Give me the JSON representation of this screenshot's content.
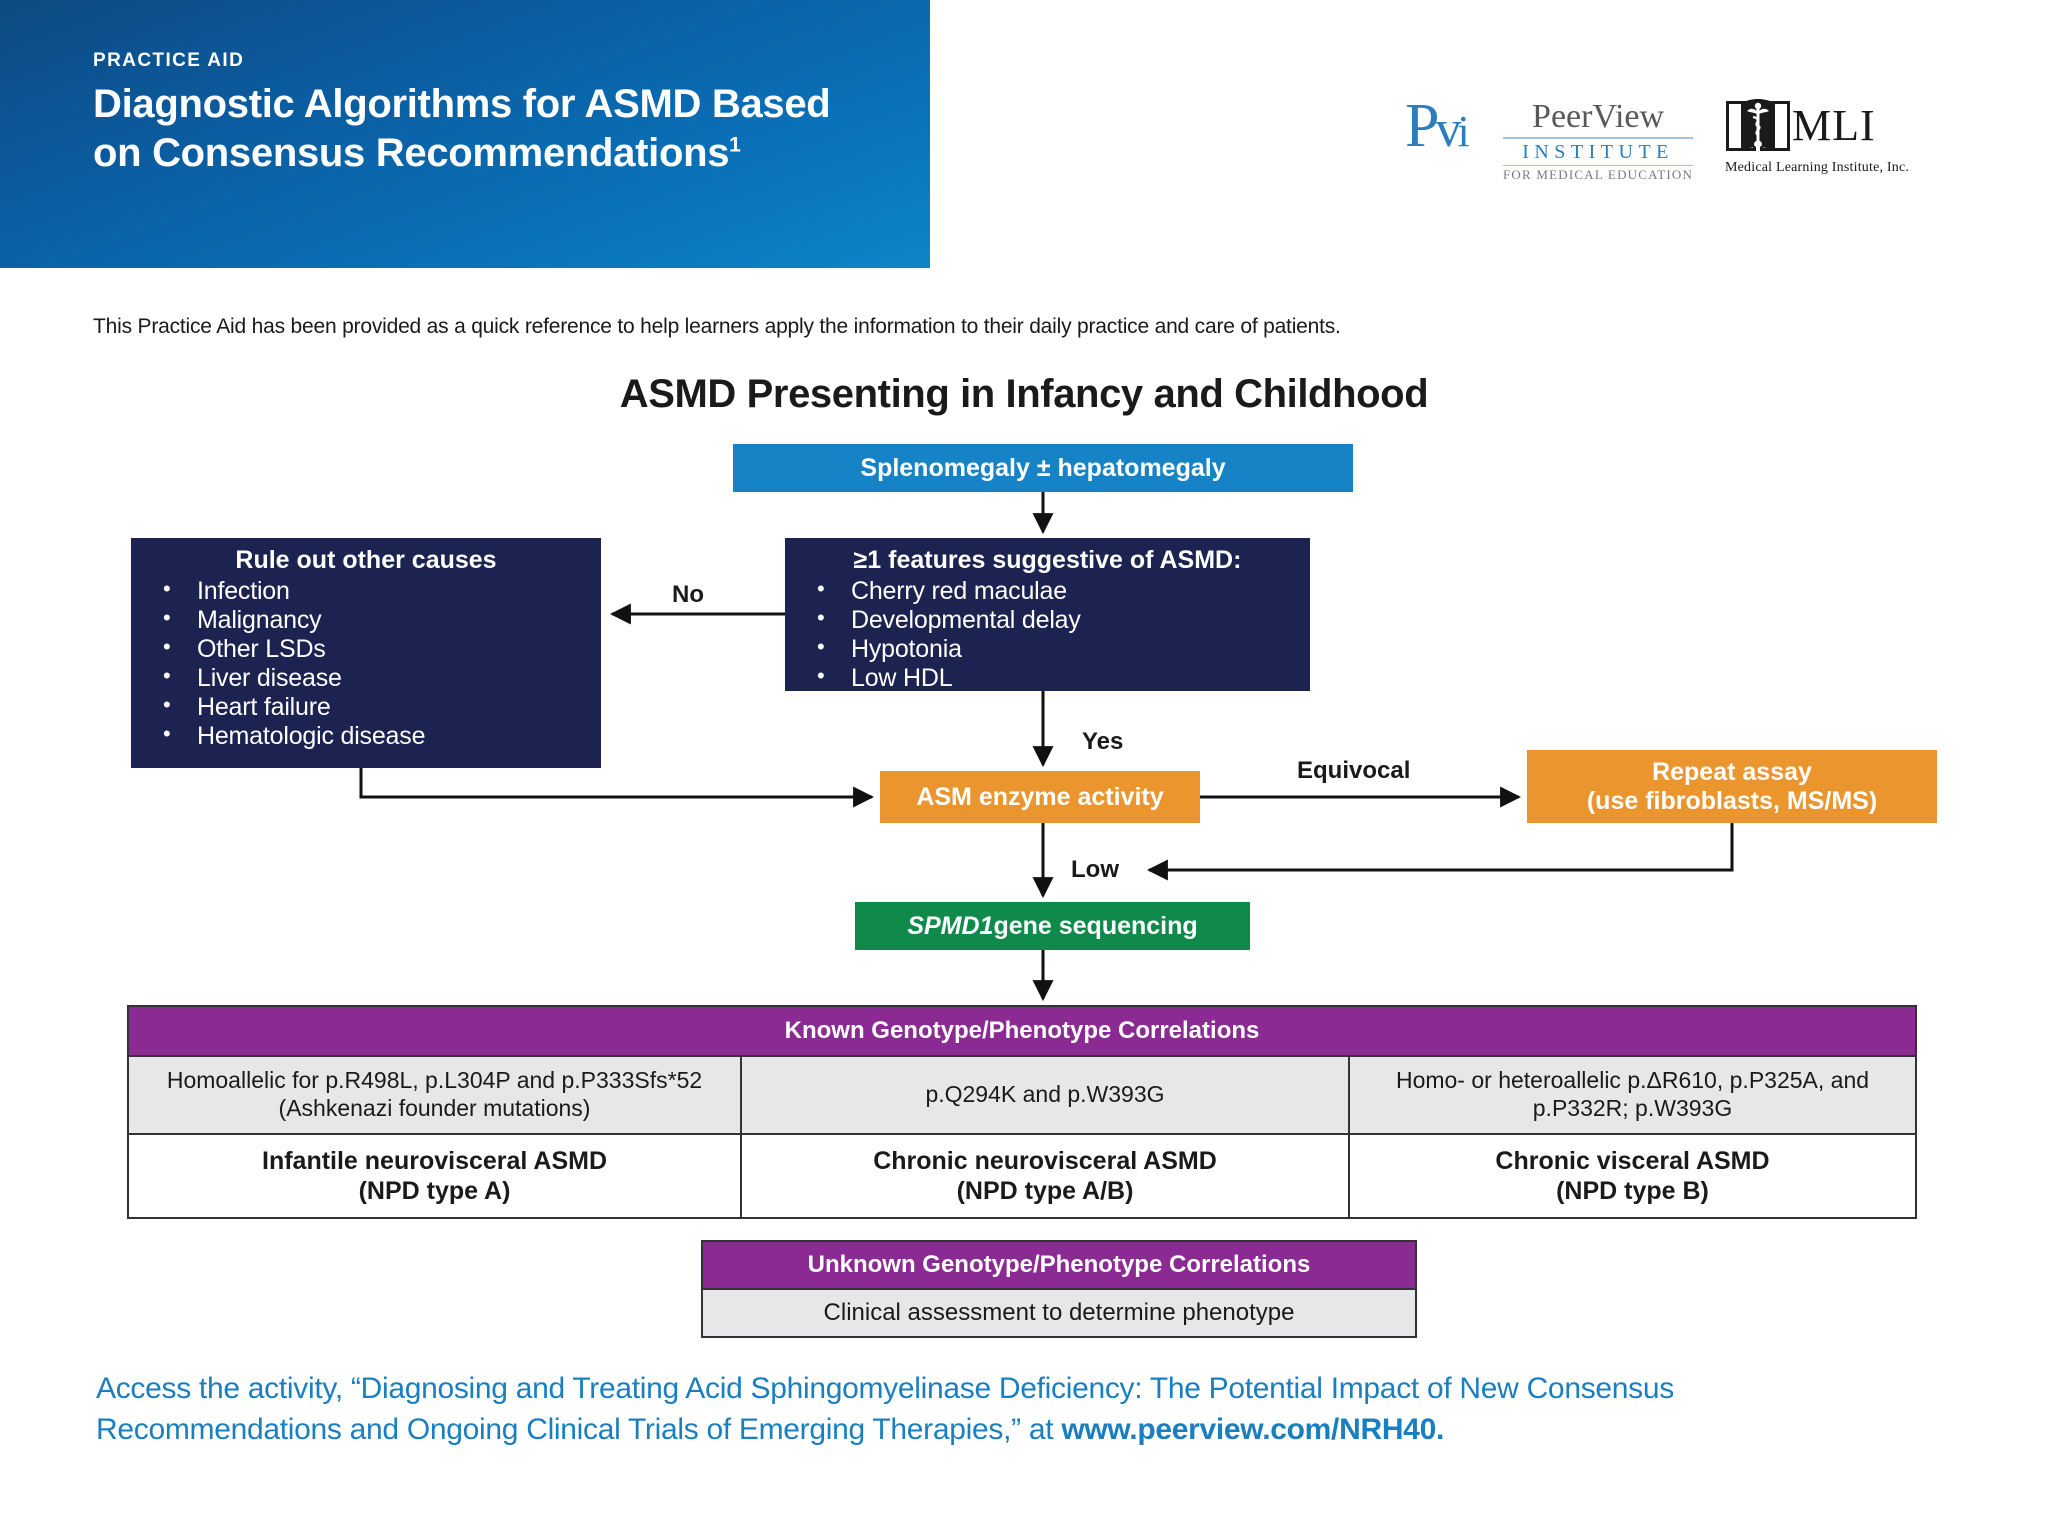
{
  "header": {
    "eyebrow": "PRACTICE AID",
    "title_line1": "Diagnostic Algorithms for ASMD Based",
    "title_line2": "on Consensus Recommendations",
    "title_superscript": "1"
  },
  "logos": {
    "pvi_mark": "Pvi",
    "peerview_name": "PeerView",
    "peerview_institute": "INSTITUTE",
    "peerview_sub": "FOR MEDICAL EDUCATION",
    "mli_abbr": "MLI",
    "mli_full": "Medical Learning Institute, Inc."
  },
  "intro": "This Practice Aid has been provided as a quick reference to help learners apply the information to their daily practice and care of patients.",
  "section_title": "ASMD Presenting in Infancy and Childhood",
  "flow": {
    "splenomegaly": "Splenomegaly ± hepatomegaly",
    "features_title": "≥1 features suggestive of ASMD:",
    "features_items": [
      "Cherry red maculae",
      "Developmental delay",
      "Hypotonia",
      "Low HDL"
    ],
    "ruleout_title": "Rule out other causes",
    "ruleout_items": [
      "Infection",
      "Malignancy",
      "Other LSDs",
      "Liver disease",
      "Heart failure",
      "Hematologic disease"
    ],
    "asm_enzyme": "ASM enzyme activity",
    "repeat_line1": "Repeat assay",
    "repeat_line2": "(use fibroblasts, MS/MS)",
    "gene_italic": "SPMD1",
    "gene_rest": " gene sequencing",
    "label_no": "No",
    "label_yes": "Yes",
    "label_equivocal": "Equivocal",
    "label_low": "Low"
  },
  "known_table": {
    "header": "Known Genotype/Phenotype Correlations",
    "columns": [
      {
        "genotype": "Homoallelic for p.R498L, p.L304P and p.P333Sfs*52 (Ashkenazi founder mutations)",
        "phenotype_line1": "Infantile neurovisceral ASMD",
        "phenotype_line2": "(NPD type A)"
      },
      {
        "genotype": "p.Q294K and p.W393G",
        "phenotype_line1": "Chronic neurovisceral ASMD",
        "phenotype_line2": "(NPD type A/B)"
      },
      {
        "genotype": "Homo- or heteroallelic p.ΔR610, p.P325A, and p.P332R; p.W393G",
        "phenotype_line1": "Chronic visceral ASMD",
        "phenotype_line2": "(NPD type B)"
      }
    ]
  },
  "unknown_table": {
    "header": "Unknown Genotype/Phenotype Correlations",
    "row": "Clinical assessment to determine phenotype"
  },
  "footer": {
    "text_before": "Access the activity, “Diagnosing and Treating Acid Sphingomyelinase Deficiency: The Potential Impact of New Consensus Recommendations and Ongoing Clinical Trials of Emerging Therapies,” at ",
    "url": "www.peerview.com/NRH40."
  },
  "colors": {
    "banner_blue": "#0b5ca0",
    "process_blue": "#1683c6",
    "navy": "#1c2351",
    "orange": "#eb952e",
    "green": "#108a4a",
    "purple": "#8a2a92",
    "link_blue": "#1a7fc1",
    "table_gray": "#e7e7e9"
  }
}
